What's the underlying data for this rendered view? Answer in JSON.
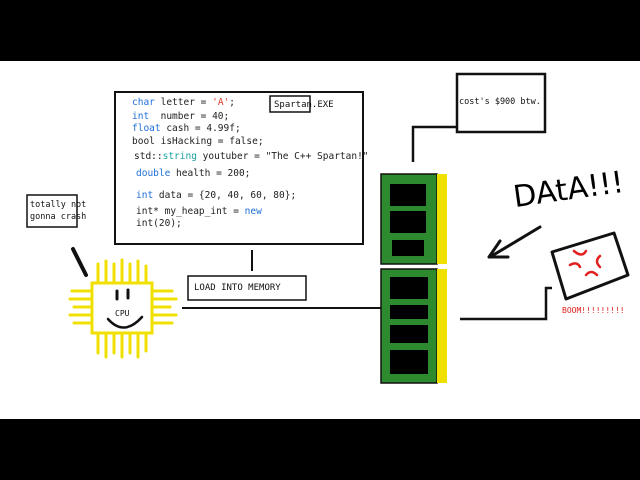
{
  "title_box": "Spartan.EXE",
  "code": {
    "line1": {
      "kw": "char",
      "rest": " letter = ",
      "str": "'A'",
      "end": ";"
    },
    "line2": {
      "kw": "int",
      "rest": "  number = 40;"
    },
    "line3": {
      "kw": "float",
      "rest": " cash = 4.99f;"
    },
    "line4": {
      "text": "bool isHacking = false;"
    },
    "line5": {
      "pre": "std::",
      "ty": "string",
      "rest": " youtuber = \"The C++ Spartan!\""
    },
    "line6": {
      "kw": "double",
      "rest": " health = 200;"
    },
    "line7": {
      "kw": "int",
      "rest": " data = {20, 40, 60, 80};"
    },
    "line8": {
      "pre": "int* my_heap_int = ",
      "kw": "new"
    },
    "line9": {
      "pre": "int(20);"
    }
  },
  "load_button": "LOAD INTO MEMORY",
  "cpu_label": "CPU",
  "crash_note": "totally not\ngonna crash",
  "cost_note": "cost's $900 btw.",
  "data_label": "DAtA!!!",
  "boom_label": "BOOM!!!!!!!!!",
  "colors": {
    "ram_green": "#2e8a2e",
    "ram_yellow": "#f0e000",
    "chip_black": "#000000",
    "cpu_glow": "#f0e000",
    "boom_red": "#e02020",
    "keyword_blue": "#1e6fd9",
    "type_teal": "#17a0a0",
    "string_red": "#e23a2a"
  }
}
